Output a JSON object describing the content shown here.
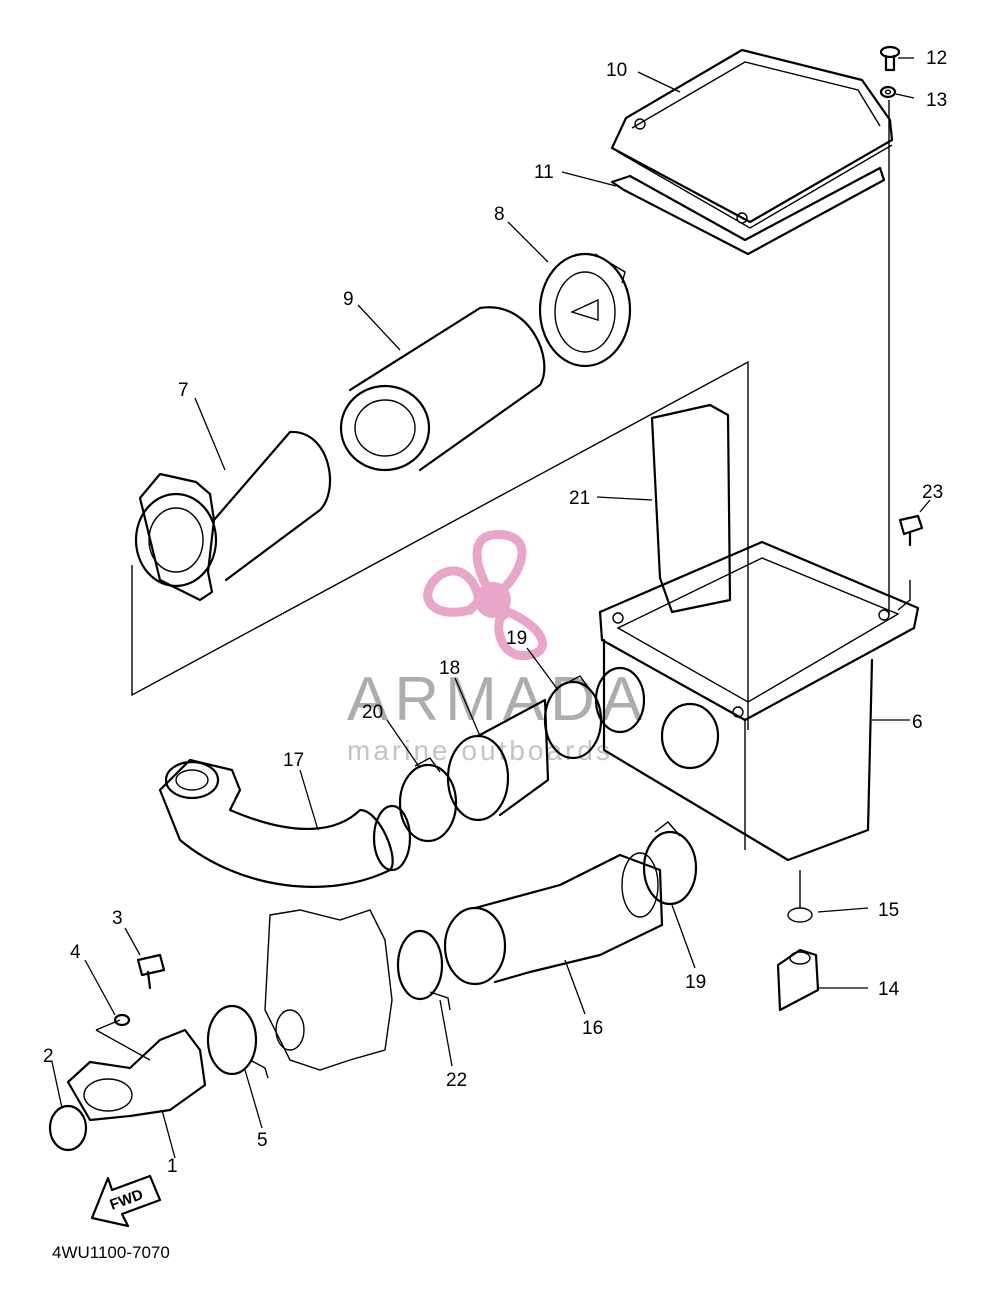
{
  "diagram_code": "4WU1100-7070",
  "direction_label": "FWD",
  "watermark": {
    "brand": "ARMADA",
    "subtitle": "marine outboards",
    "accent_color": "#e8a6c8"
  },
  "callouts": [
    {
      "id": "c1",
      "label": "1"
    },
    {
      "id": "c2",
      "label": "2"
    },
    {
      "id": "c3",
      "label": "3"
    },
    {
      "id": "c4",
      "label": "4"
    },
    {
      "id": "c5",
      "label": "5"
    },
    {
      "id": "c6",
      "label": "6"
    },
    {
      "id": "c7",
      "label": "7"
    },
    {
      "id": "c8",
      "label": "8"
    },
    {
      "id": "c9",
      "label": "9"
    },
    {
      "id": "c10",
      "label": "10"
    },
    {
      "id": "c11",
      "label": "11"
    },
    {
      "id": "c12",
      "label": "12"
    },
    {
      "id": "c13",
      "label": "13"
    },
    {
      "id": "c14",
      "label": "14"
    },
    {
      "id": "c15",
      "label": "15"
    },
    {
      "id": "c16",
      "label": "16"
    },
    {
      "id": "c17",
      "label": "17"
    },
    {
      "id": "c18",
      "label": "18"
    },
    {
      "id": "c19a",
      "label": "19"
    },
    {
      "id": "c19b",
      "label": "19"
    },
    {
      "id": "c20",
      "label": "20"
    },
    {
      "id": "c21",
      "label": "21"
    },
    {
      "id": "c22",
      "label": "22"
    },
    {
      "id": "c23",
      "label": "23"
    }
  ]
}
